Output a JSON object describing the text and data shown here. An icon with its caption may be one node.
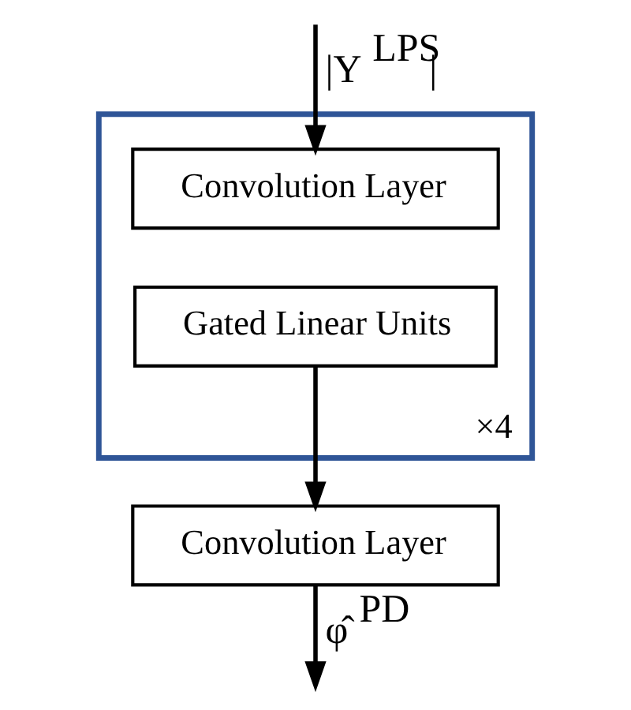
{
  "diagram": {
    "nodes": [
      {
        "text": [
          "×4"
        ]
      },
      {
        "text": [
          "Convolution Layer"
        ],
        "in": 0
      },
      {
        "text": [
          "Gated Linear Units"
        ],
        "in": 0
      },
      {
        "text": [
          "Convolution Layer"
        ]
      }
    ],
    "edges": [
      {
        "from": null,
        "to": 1,
        "arrow": "to",
        "label": "|Y$^{LPS}$|"
      },
      {
        "from": 2,
        "to": 3,
        "arrow": "to"
      },
      {
        "from": 3,
        "to": null,
        "arrow": "to",
        "label": "φ̂$^{PD}$"
      }
    ]
  }
}
